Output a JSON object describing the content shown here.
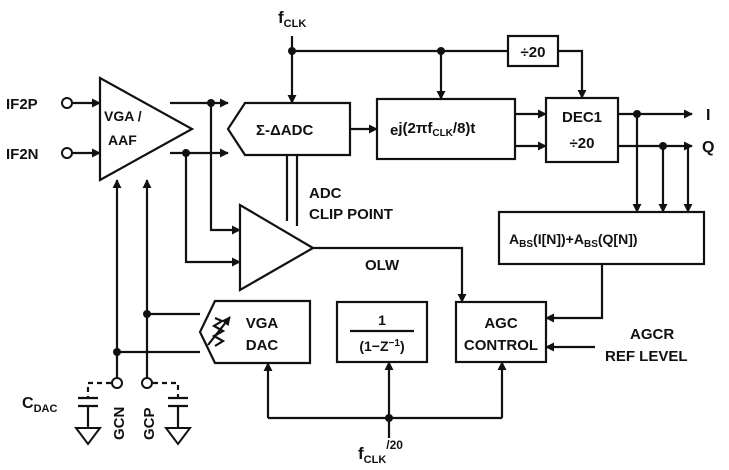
{
  "inputs": {
    "if2p": "IF2P",
    "if2n": "IF2N"
  },
  "fclk_top": {
    "main": "f",
    "sub": "CLK"
  },
  "div20_top": "÷20",
  "vga_aaf": {
    "line1": "VGA /",
    "line2": "AAF"
  },
  "sigma_delta_adc": "Σ-ΔADC",
  "mixer": {
    "e": "e",
    "j": "j(2",
    "pi": "π",
    "f": "f",
    "clk": "CLK",
    "rest": "/8)t"
  },
  "dec1": {
    "line1": "DEC1",
    "line2": "÷20"
  },
  "outputs": {
    "i": "I",
    "q": "Q"
  },
  "adc_clip": {
    "line1": "ADC",
    "line2": "CLIP POINT"
  },
  "olw": "OLW",
  "abs_block": {
    "a1": "A",
    "bs1": "BS",
    "mid": "(I[N])+A",
    "bs2": "BS",
    "end": "(Q[N])"
  },
  "vga_dac": {
    "line1": "VGA",
    "line2": "DAC"
  },
  "integrator": {
    "num": "1",
    "den_pre": "(1−Z",
    "den_exp": "−1",
    "den_post": ")"
  },
  "agc_control": {
    "line1": "AGC",
    "line2": "CONTROL"
  },
  "agcr": {
    "line1": "AGCR",
    "line2": "REF LEVEL"
  },
  "cdac": {
    "main": "C",
    "sub": "DAC"
  },
  "gcn": "GCN",
  "gcp": "GCP",
  "fclk_bottom": {
    "main": "f",
    "sub": "CLK",
    "suffix": "/20"
  }
}
